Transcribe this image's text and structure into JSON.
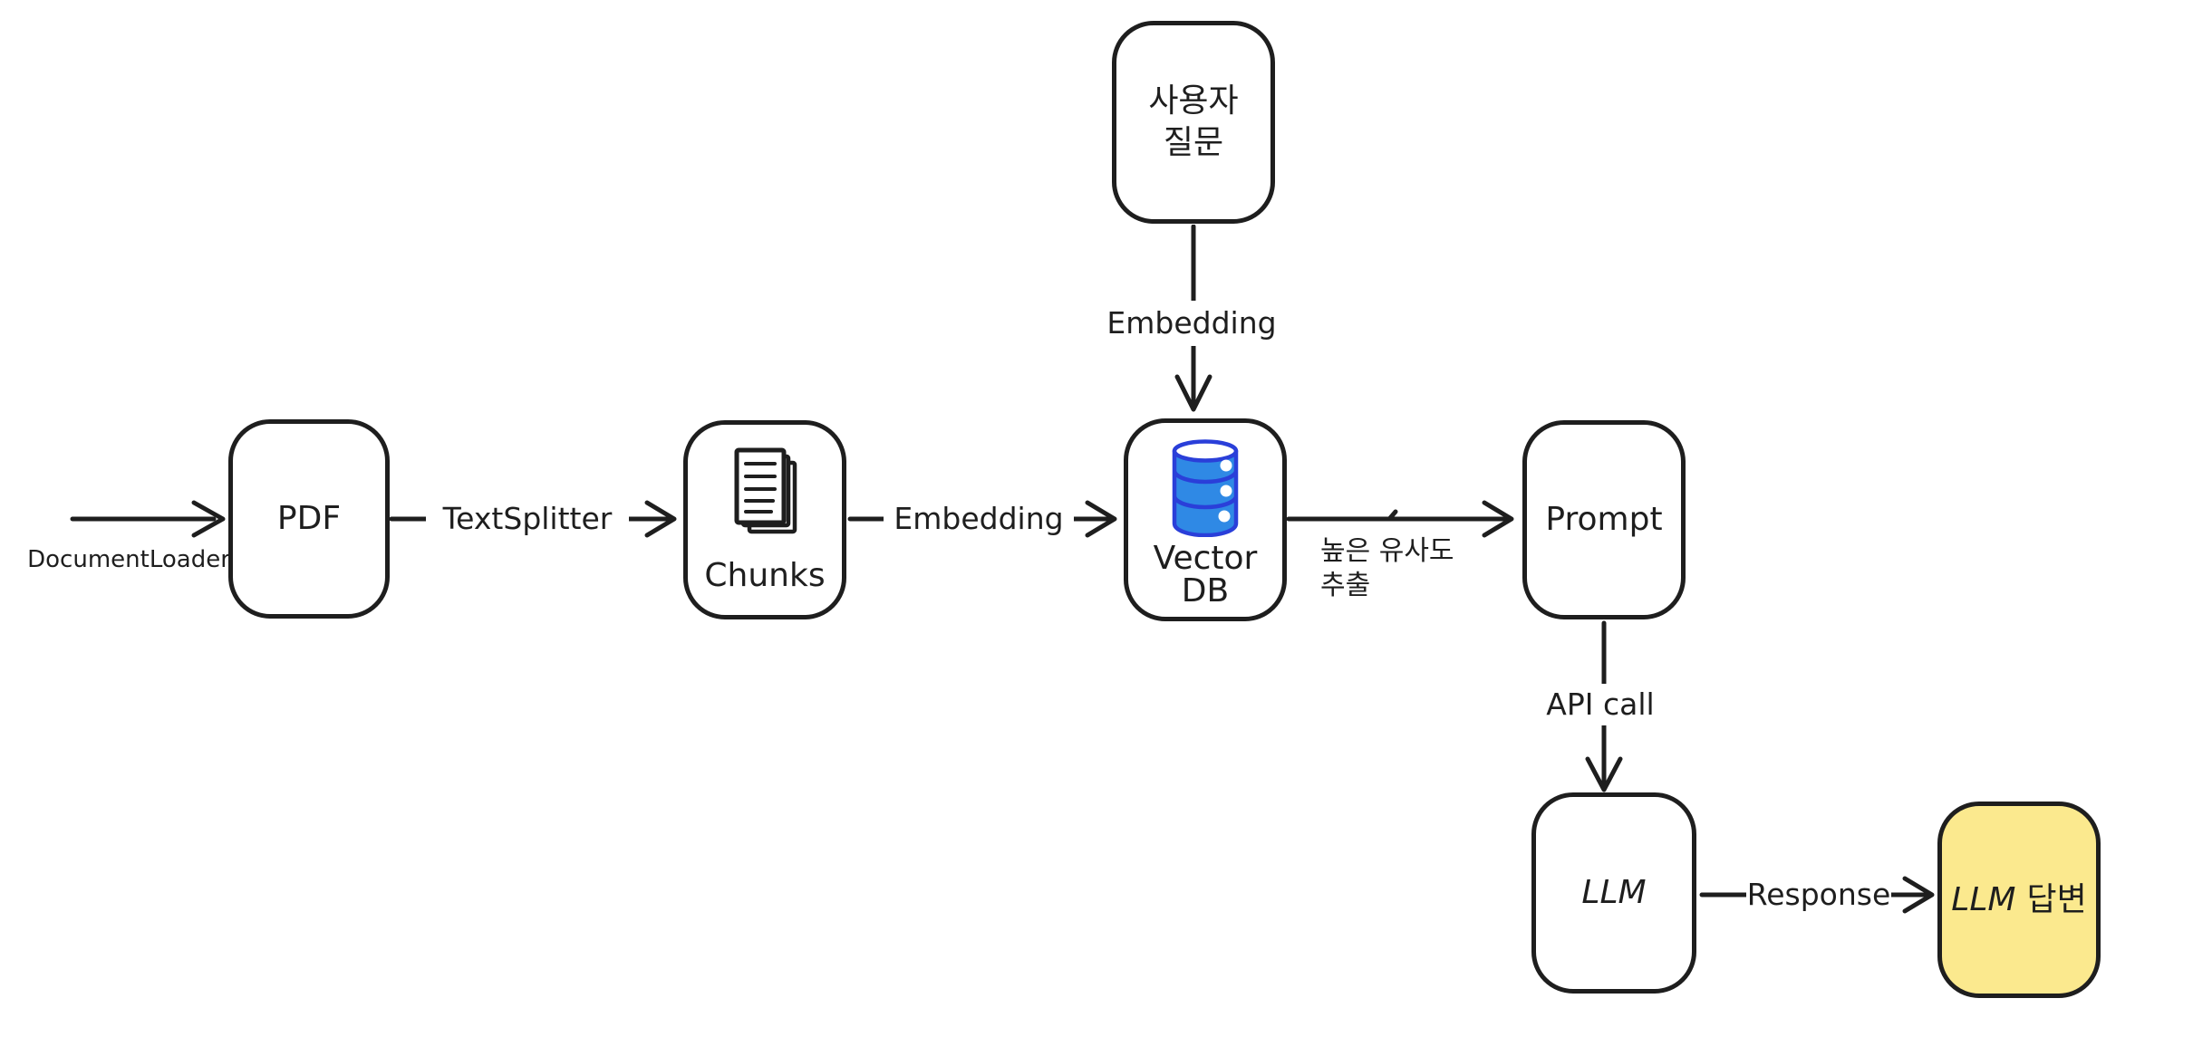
{
  "colors": {
    "background": "#ffffff",
    "stroke": "#1e1e1e",
    "db_icon_fill": "#2f89e5",
    "db_icon_stroke": "#2a3fd9",
    "answer_box_fill": "#fbe98e"
  },
  "nodes": {
    "user_question": {
      "line1": "사용자",
      "line2": "질문"
    },
    "pdf": {
      "label": "PDF"
    },
    "chunks": {
      "label": "Chunks",
      "icon": "stacked-documents-icon"
    },
    "vector_db": {
      "line1": "Vector",
      "line2": "DB",
      "icon": "database-icon"
    },
    "prompt": {
      "label": "Prompt"
    },
    "llm": {
      "label": "LLM"
    },
    "llm_answer": {
      "label_en": "LLM",
      "label_ko": "답변"
    }
  },
  "edges": {
    "document_loader": {
      "label": "DocumentLoader"
    },
    "text_splitter": {
      "label": "TextSplitter"
    },
    "embedding_documents": {
      "label": "Embedding"
    },
    "embedding_query": {
      "label": "Embedding"
    },
    "high_similarity": {
      "line1": "높은 유사도",
      "line2": "추출"
    },
    "api_call": {
      "label": "API call"
    },
    "response": {
      "label": "Response"
    }
  }
}
